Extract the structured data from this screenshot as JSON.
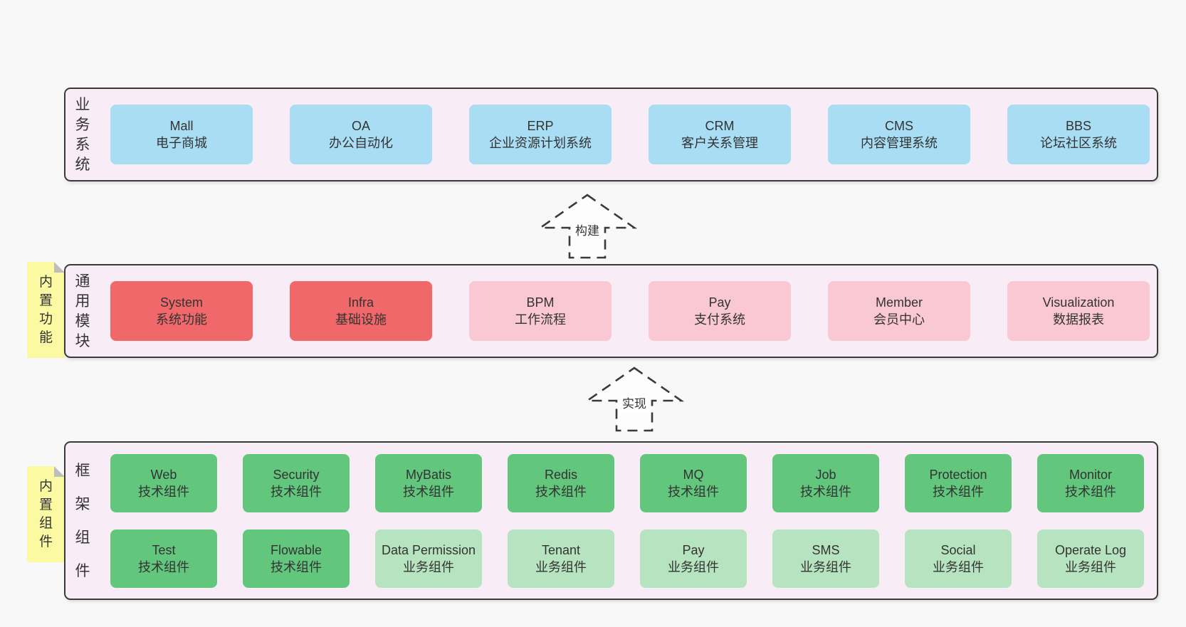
{
  "arrows": [
    {
      "label": "构建"
    },
    {
      "label": "实现"
    }
  ],
  "layers": [
    {
      "id": "business",
      "side_label": "业务系统",
      "note": "",
      "rows": [
        [
          {
            "en": "Mall",
            "zh": "电子商城",
            "variant": "blue"
          },
          {
            "en": "OA",
            "zh": "办公自动化",
            "variant": "blue"
          },
          {
            "en": "ERP",
            "zh": "企业资源计划系统",
            "variant": "blue"
          },
          {
            "en": "CRM",
            "zh": "客户关系管理",
            "variant": "blue"
          },
          {
            "en": "CMS",
            "zh": "内容管理系统",
            "variant": "blue"
          },
          {
            "en": "BBS",
            "zh": "论坛社区系统",
            "variant": "blue"
          }
        ]
      ]
    },
    {
      "id": "modules",
      "side_label": "通用模块",
      "note": "内置功能",
      "rows": [
        [
          {
            "en": "System",
            "zh": "系统功能",
            "variant": "red"
          },
          {
            "en": "Infra",
            "zh": "基础设施",
            "variant": "red"
          },
          {
            "en": "BPM",
            "zh": "工作流程",
            "variant": "pink"
          },
          {
            "en": "Pay",
            "zh": "支付系统",
            "variant": "pink"
          },
          {
            "en": "Member",
            "zh": "会员中心",
            "variant": "pink"
          },
          {
            "en": "Visualization",
            "zh": "数据报表",
            "variant": "pink"
          }
        ]
      ]
    },
    {
      "id": "components",
      "side_label": "框架组件",
      "note": "内置组件",
      "rows": [
        [
          {
            "en": "Web",
            "zh": "技术组件",
            "variant": "green"
          },
          {
            "en": "Security",
            "zh": "技术组件",
            "variant": "green"
          },
          {
            "en": "MyBatis",
            "zh": "技术组件",
            "variant": "green"
          },
          {
            "en": "Redis",
            "zh": "技术组件",
            "variant": "green"
          },
          {
            "en": "MQ",
            "zh": "技术组件",
            "variant": "green"
          },
          {
            "en": "Job",
            "zh": "技术组件",
            "variant": "green"
          },
          {
            "en": "Protection",
            "zh": "技术组件",
            "variant": "green"
          },
          {
            "en": "Monitor",
            "zh": "技术组件",
            "variant": "green"
          }
        ],
        [
          {
            "en": "Test",
            "zh": "技术组件",
            "variant": "green"
          },
          {
            "en": "Flowable",
            "zh": "技术组件",
            "variant": "green"
          },
          {
            "en": "Data Permission",
            "zh": "业务组件",
            "variant": "lightgreen"
          },
          {
            "en": "Tenant",
            "zh": "业务组件",
            "variant": "lightgreen"
          },
          {
            "en": "Pay",
            "zh": "业务组件",
            "variant": "lightgreen"
          },
          {
            "en": "SMS",
            "zh": "业务组件",
            "variant": "lightgreen"
          },
          {
            "en": "Social",
            "zh": "业务组件",
            "variant": "lightgreen"
          },
          {
            "en": "Operate Log",
            "zh": "业务组件",
            "variant": "lightgreen"
          }
        ]
      ]
    }
  ],
  "colors": {
    "blue": "#a8ddf4",
    "red": "#f1686a",
    "pink": "#fac8d2",
    "green": "#62c67d",
    "lightgreen": "#b7e4c0",
    "note_yellow": "#fbf9a2",
    "container_fill": "#f8edf6",
    "border": "#3a3a3a",
    "text": "#333333"
  }
}
